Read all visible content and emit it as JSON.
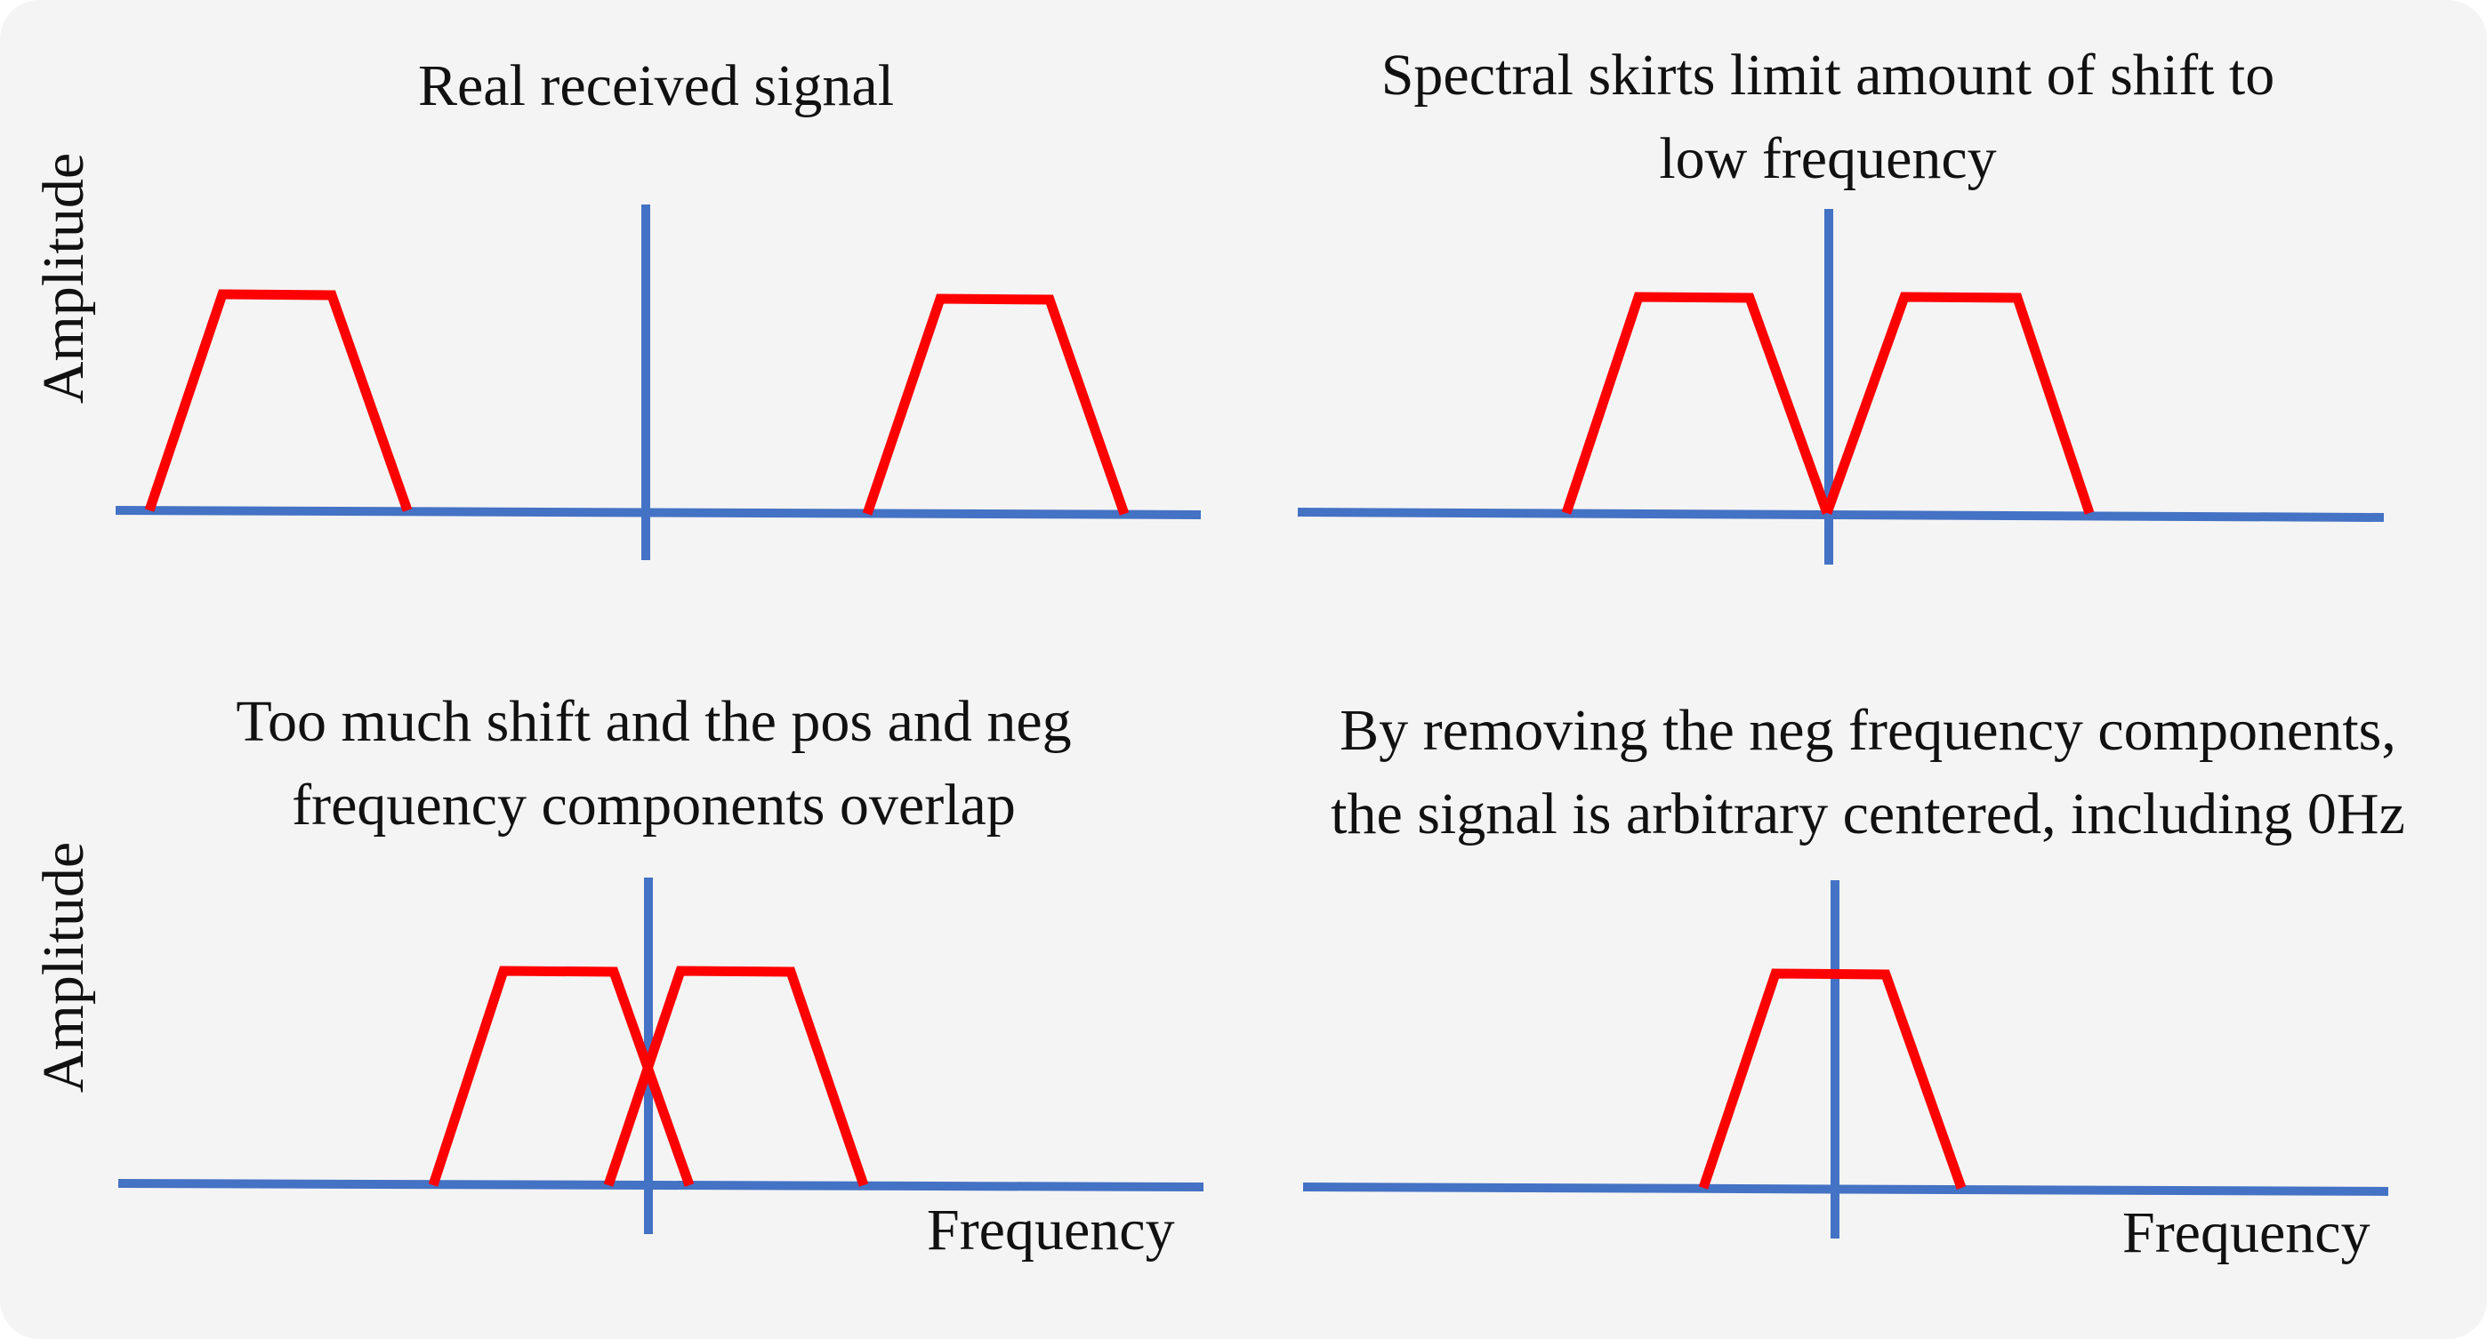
{
  "colors": {
    "axis": "#4472c4",
    "spectrum": "#ff0000",
    "text": "#111111",
    "background": "#f4f4f4"
  },
  "panels": [
    {
      "id": "real-received-signal",
      "title_lines": [
        "Real received signal"
      ],
      "y_axis_label": "Amplitude",
      "x_axis_label": "",
      "spectrum_shapes": 2
    },
    {
      "id": "spectral-skirts-limit",
      "title_lines": [
        "Spectral skirts limit amount of shift to",
        "low frequency"
      ],
      "y_axis_label": "",
      "x_axis_label": "",
      "spectrum_shapes": 2
    },
    {
      "id": "too-much-shift",
      "title_lines": [
        "Too much shift and the pos and neg",
        "frequency components overlap"
      ],
      "y_axis_label": "Amplitude",
      "x_axis_label": "Frequency",
      "spectrum_shapes": 2
    },
    {
      "id": "remove-neg-frequency",
      "title_lines": [
        "By removing the neg frequency components,",
        "the signal is arbitrary centered, including  0Hz"
      ],
      "y_axis_label": "",
      "x_axis_label": "Frequency",
      "spectrum_shapes": 1
    }
  ]
}
